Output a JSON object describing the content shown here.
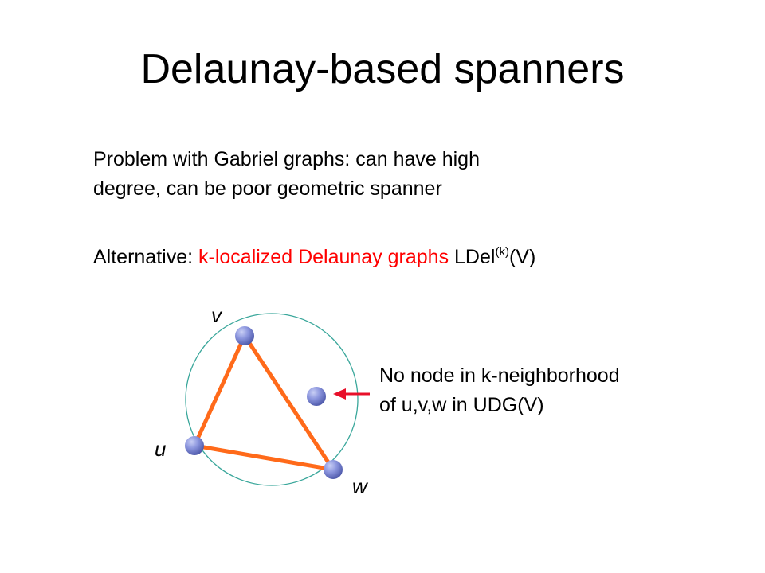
{
  "slide": {
    "title": "Delaunay-based spanners",
    "problem_line1": "Problem with Gabriel graphs: can have high",
    "problem_line2": "degree, can be poor geometric spanner",
    "alt_prefix": "Alternative: ",
    "alt_highlight": "k-localized Delaunay graphs",
    "alt_graph": " LDel",
    "alt_sup": "(k)",
    "alt_suffix": "(V)",
    "annotation_line1": "No node in k-neighborhood",
    "annotation_line2": "of u,v,w in UDG(V)"
  },
  "diagram": {
    "labels": {
      "v": "v",
      "u": "u",
      "w": "w"
    },
    "colors": {
      "edge": "#ff6a1a",
      "circle": "#3aa79b",
      "node": "#7f89d9",
      "arrow": "#e8102a",
      "highlight": "#ff0000"
    }
  }
}
